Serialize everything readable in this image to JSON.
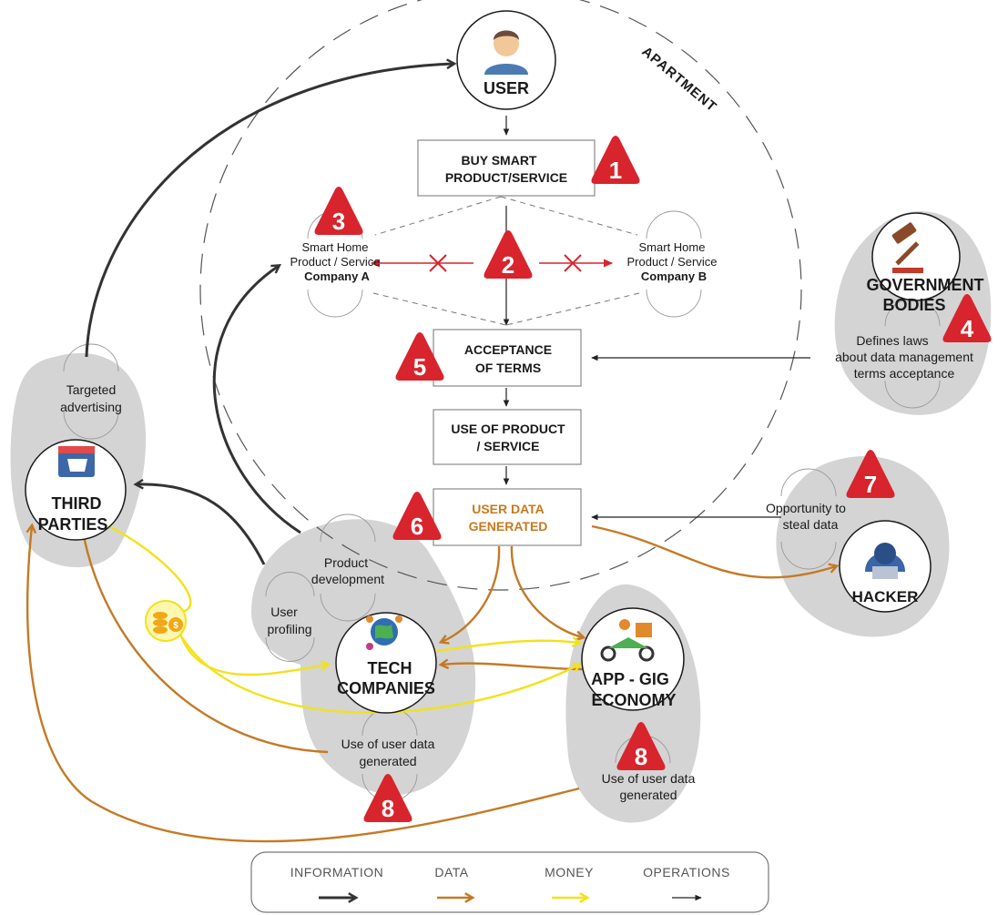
{
  "nodes": {
    "user": "USER",
    "apartment": "APARTMENT",
    "buy": [
      "BUY SMART",
      "PRODUCT/SERVICE"
    ],
    "company_a": [
      "Smart Home",
      "Product / Service",
      "Company A"
    ],
    "company_b": [
      "Smart Home",
      "Product / Service",
      "Company B"
    ],
    "acceptance": [
      "ACCEPTANCE",
      "OF TERMS"
    ],
    "use": [
      "USE OF PRODUCT",
      "/ SERVICE"
    ],
    "user_data": [
      "USER DATA",
      "GENERATED"
    ],
    "government": [
      "GOVERNMENT",
      "BODIES"
    ],
    "gov_laws": [
      "Defines laws",
      "about data management",
      "terms acceptance"
    ],
    "hacker": "HACKER",
    "hacker_note": [
      "Opportunity to",
      "steal data"
    ],
    "third": [
      "THIRD",
      "PARTIES"
    ],
    "targeted": [
      "Targeted",
      "advertising"
    ],
    "tech": [
      "TECH",
      "COMPANIES"
    ],
    "product_dev": [
      "Product",
      "development"
    ],
    "user_profiling": [
      "User",
      "profiling"
    ],
    "tech_use": [
      "Use of user data",
      "generated"
    ],
    "gig": [
      "APP - GIG",
      "ECONOMY"
    ],
    "gig_use": [
      "Use of user data",
      "generated"
    ]
  },
  "steps": {
    "s1": "1",
    "s2": "2",
    "s3": "3",
    "s4": "4",
    "s5": "5",
    "s6": "6",
    "s7": "7",
    "s8a": "8",
    "s8b": "8"
  },
  "legend": {
    "information": "INFORMATION",
    "data": "DATA",
    "money": "MONEY",
    "operations": "OPERATIONS"
  },
  "colors": {
    "information": "#333333",
    "data": "#c47a25",
    "money": "#f2e21a",
    "step_red": "#d8242c",
    "blob_grey": "#d4d4d4",
    "data_text": "#c87a1e"
  },
  "icons": {
    "user": "user-avatar-icon",
    "government": "gavel-icon",
    "hacker": "hacker-icon",
    "third": "online-store-icon",
    "tech": "globe-network-icon",
    "gig": "delivery-scooter-icon",
    "money": "coins-icon"
  }
}
